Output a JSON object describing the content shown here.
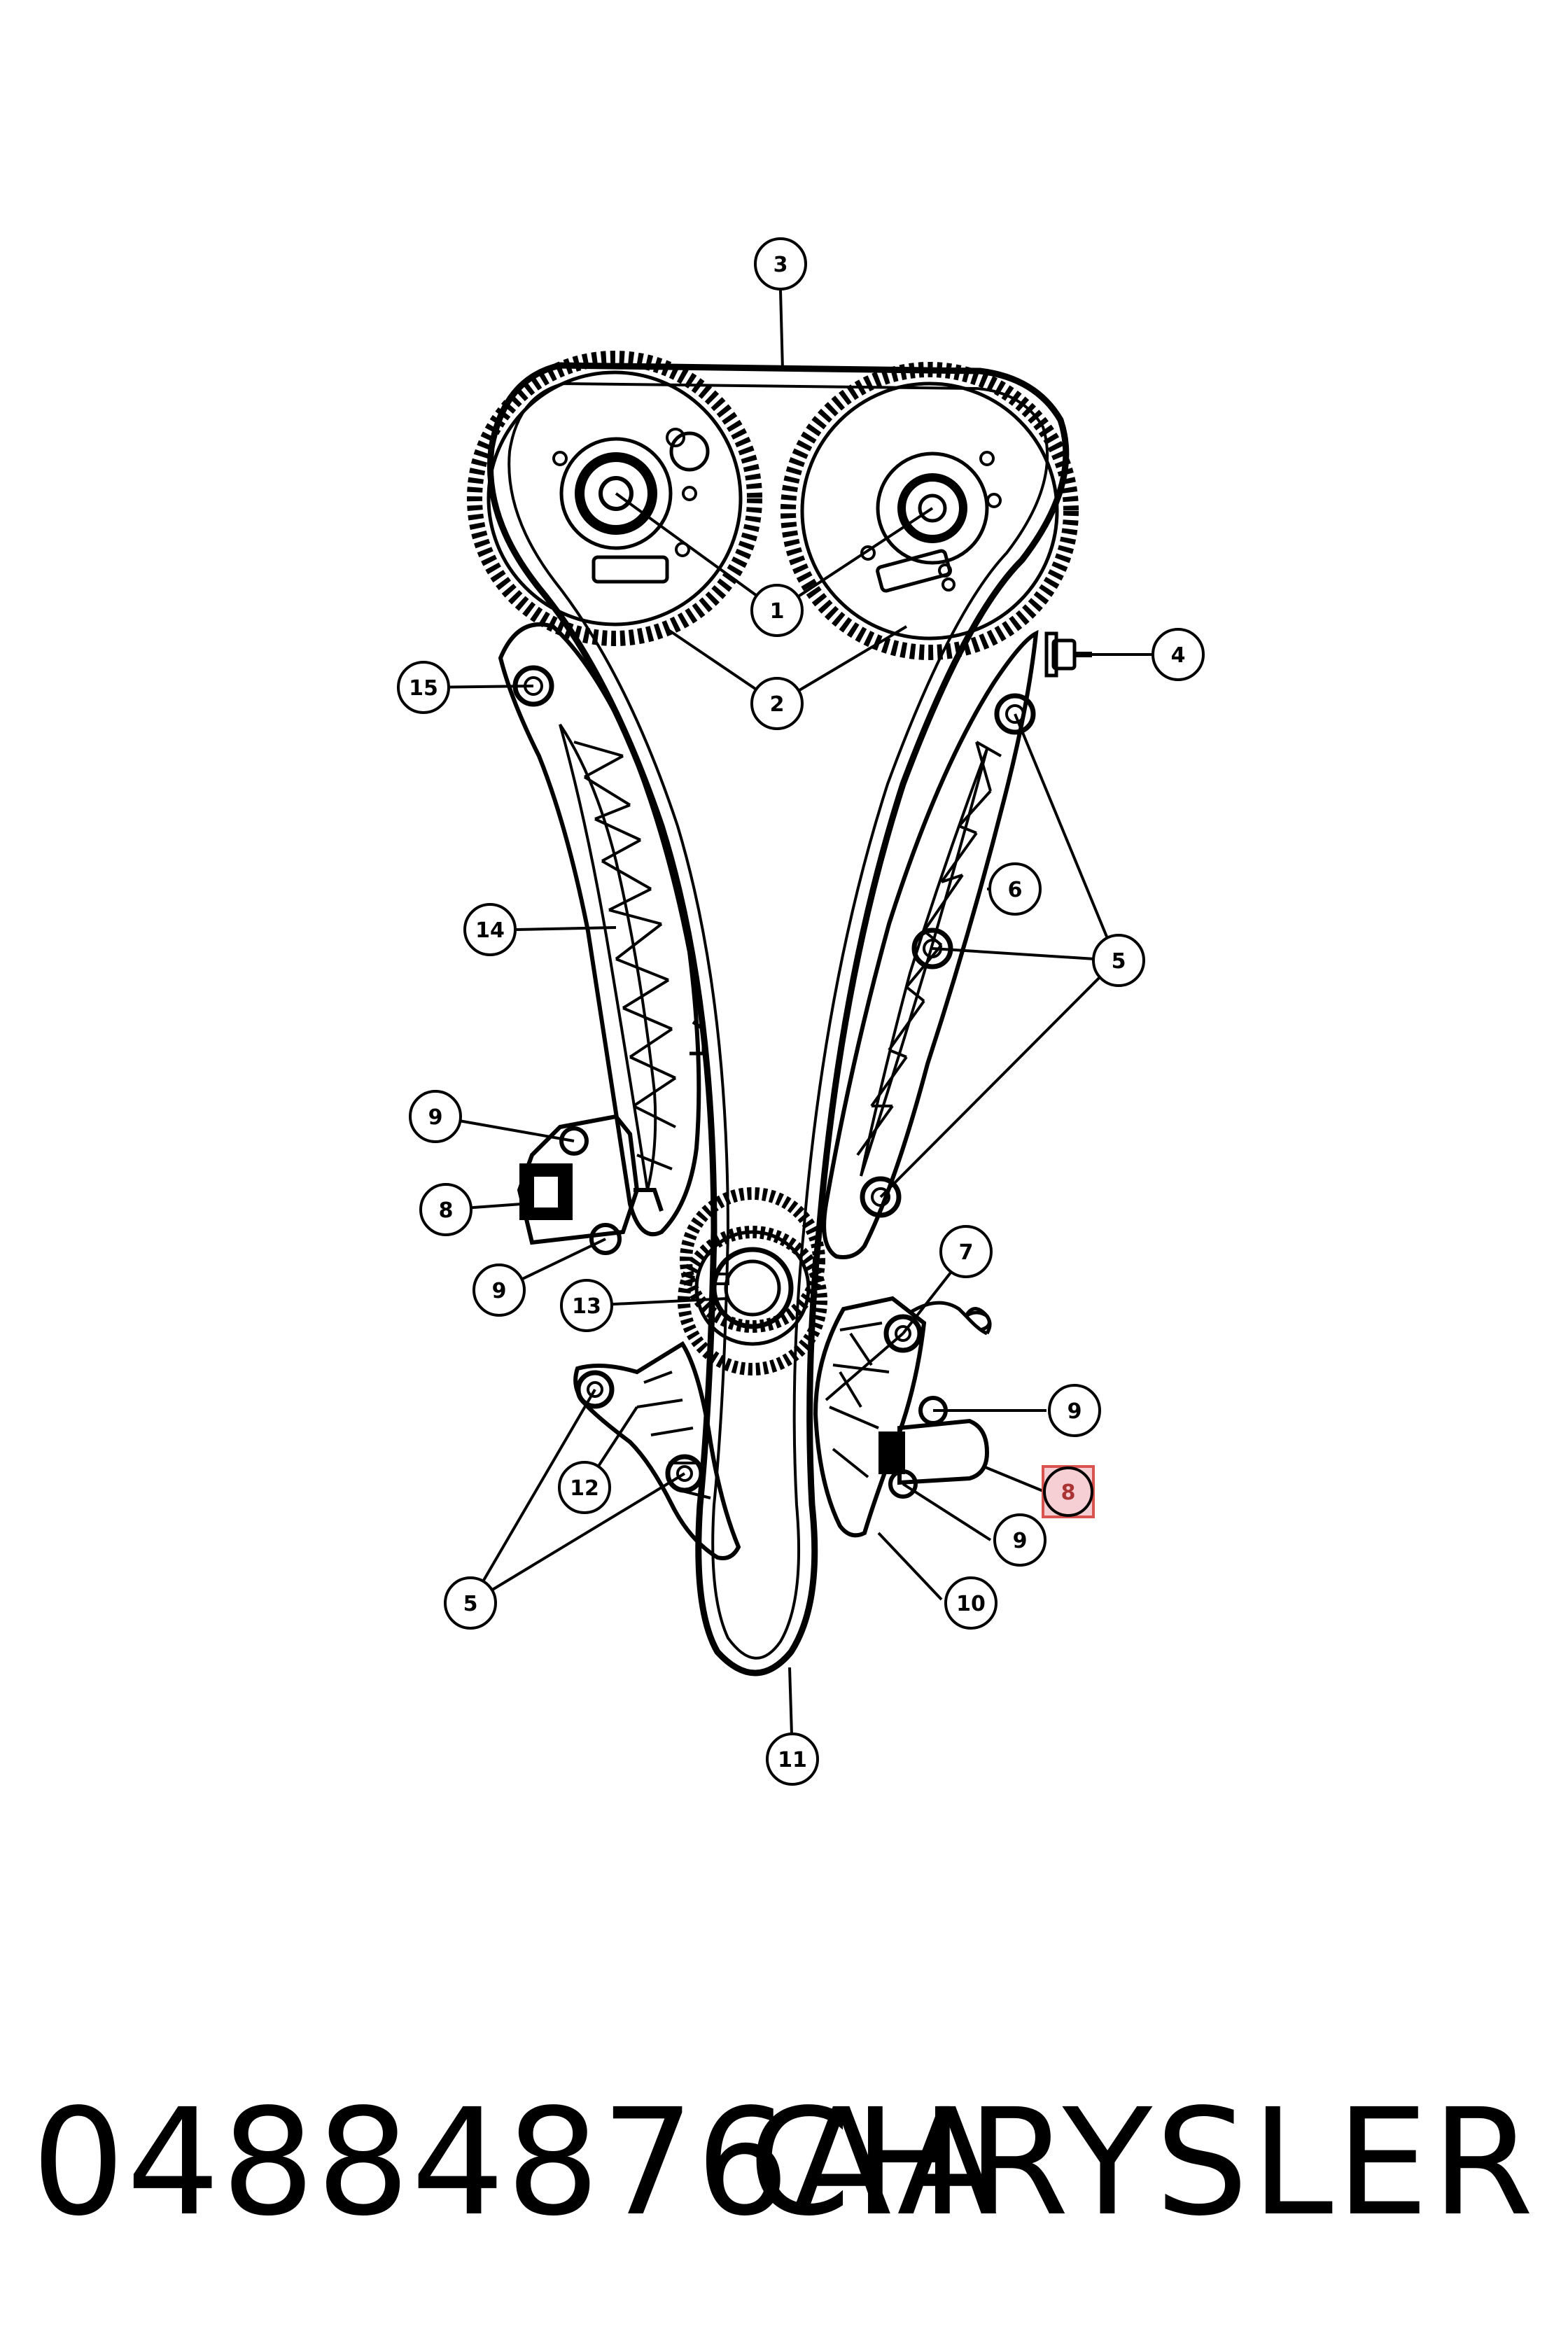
{
  "diagram": {
    "callouts": [
      {
        "id": "c1",
        "label": "1"
      },
      {
        "id": "c2",
        "label": "2"
      },
      {
        "id": "c3",
        "label": "3"
      },
      {
        "id": "c4",
        "label": "4"
      },
      {
        "id": "c5a",
        "label": "5"
      },
      {
        "id": "c5b",
        "label": "5"
      },
      {
        "id": "c6",
        "label": "6"
      },
      {
        "id": "c7",
        "label": "7"
      },
      {
        "id": "c8a",
        "label": "8"
      },
      {
        "id": "c8b",
        "label": "8",
        "highlighted": true
      },
      {
        "id": "c9a",
        "label": "9"
      },
      {
        "id": "c9b",
        "label": "9"
      },
      {
        "id": "c9c",
        "label": "9"
      },
      {
        "id": "c9d",
        "label": "9"
      },
      {
        "id": "c10",
        "label": "10"
      },
      {
        "id": "c11",
        "label": "11"
      },
      {
        "id": "c12",
        "label": "12"
      },
      {
        "id": "c13",
        "label": "13"
      },
      {
        "id": "c14",
        "label": "14"
      },
      {
        "id": "c15",
        "label": "15"
      }
    ]
  },
  "footer": {
    "part_number": "04884876AA",
    "brand": "CHRYSLER"
  },
  "colors": {
    "line": "#000000",
    "highlight_fill": "#f6cfd4",
    "highlight_stroke": "#d9534f"
  }
}
